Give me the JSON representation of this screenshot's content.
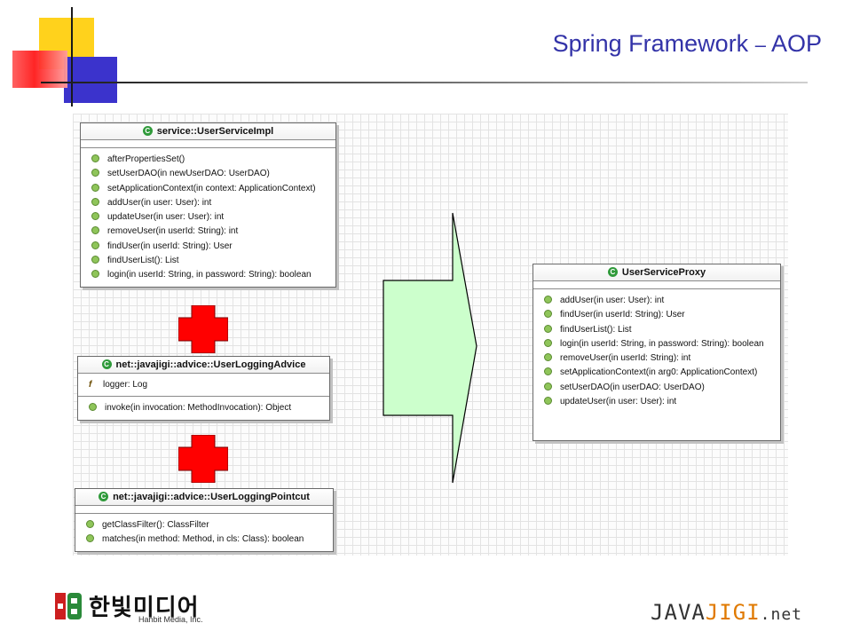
{
  "title": {
    "main": "Spring Framework",
    "dash": "–",
    "suffix": "AOP"
  },
  "colors": {
    "title": "#3333a8",
    "plus_sign": "#ff0000",
    "arrow_fill": "#ccffcc",
    "method_dot": "#8fc55a",
    "class_icon": "#2f9a3a"
  },
  "icons": {
    "class": "class-c-icon",
    "method": "method-dot-icon",
    "field": "field-icon"
  },
  "class_icon_letter": "C",
  "diagram": {
    "user_service_impl": {
      "name": "service::UserServiceImpl",
      "methods": [
        "afterPropertiesSet()",
        "setUserDAO(in newUserDAO: UserDAO)",
        "setApplicationContext(in context: ApplicationContext)",
        "addUser(in user: User): int",
        "updateUser(in user: User): int",
        "removeUser(in userId: String): int",
        "findUser(in userId: String): User",
        "findUserList(): List",
        "login(in userId: String, in password: String): boolean"
      ]
    },
    "user_logging_advice": {
      "name": "net::javajigi::advice::UserLoggingAdvice",
      "fields": [
        "logger: Log"
      ],
      "methods": [
        "invoke(in invocation: MethodInvocation): Object"
      ]
    },
    "user_logging_pointcut": {
      "name": "net::javajigi::advice::UserLoggingPointcut",
      "methods": [
        "getClassFilter(): ClassFilter",
        "matches(in method: Method, in cls: Class): boolean"
      ]
    },
    "user_service_proxy": {
      "name": "UserServiceProxy",
      "methods": [
        "addUser(in user: User): int",
        "findUser(in userId: String): User",
        "findUserList(): List",
        "login(in userId: String, in password: String): boolean",
        "removeUser(in userId: String): int",
        "setApplicationContext(in arg0: ApplicationContext)",
        "setUserDAO(in userDAO: UserDAO)",
        "updateUser(in user: User): int"
      ]
    }
  },
  "footer": {
    "hanbit_name": "한빛미디어",
    "hanbit_sub": "Hanbit Media, Inc.",
    "javajigi_java": "JAVA",
    "javajigi_jigi": "JIGI",
    "javajigi_net": ".net"
  }
}
